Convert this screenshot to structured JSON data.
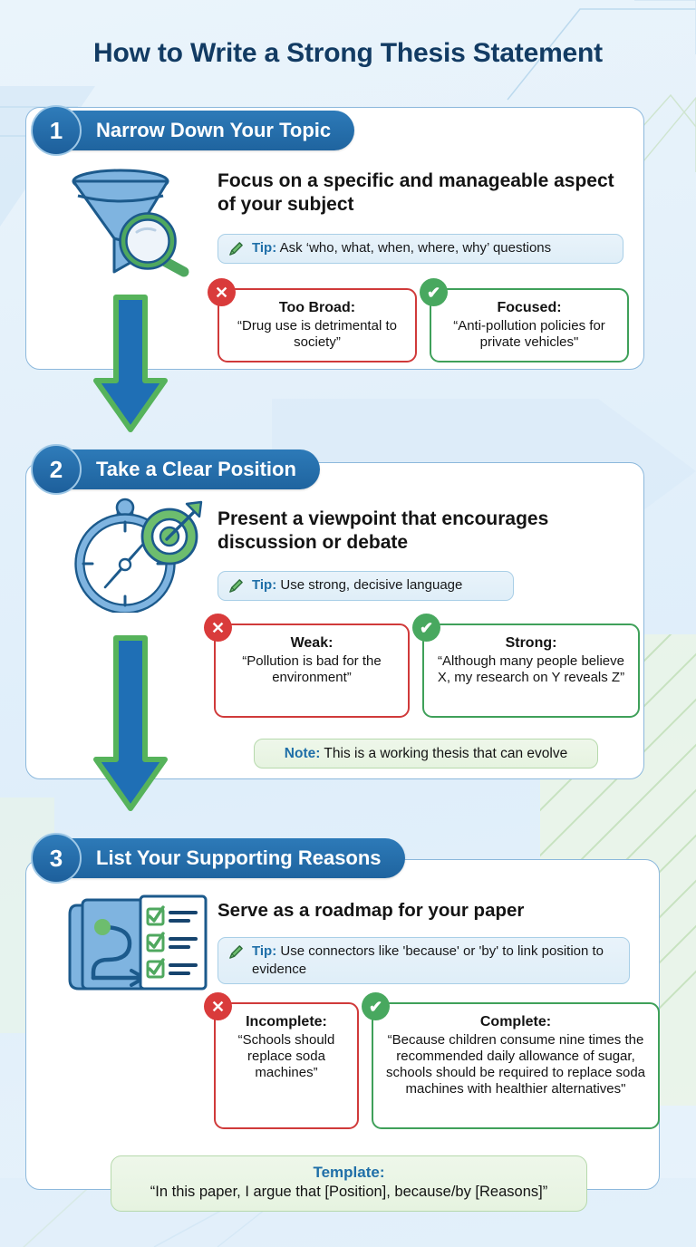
{
  "title": "How to Write a Strong Thesis Statement",
  "colors": {
    "accent_blue": "#1f649f",
    "badge_blue": "#2d7ab8",
    "title_navy": "#123b63",
    "bad_red": "#d03a3a",
    "good_green": "#3fa05a",
    "arrow_fill": "#1f6fb5",
    "arrow_stroke": "#56b35b",
    "tip_blue": "#1f6fa8",
    "page_bg": "#e4f0fa"
  },
  "steps": [
    {
      "number": "1",
      "label": "Narrow Down Your Topic",
      "icon": "funnel-magnifier-icon",
      "headline": "Focus on a specific and manageable aspect of your subject",
      "tip_label": "Tip:",
      "tip_text": "Ask ‘who, what, when, where, why’ questions",
      "bad": {
        "title": "Too Broad:",
        "text": "“Drug use is detrimental to society”",
        "icon": "cross-icon"
      },
      "good": {
        "title": "Focused:",
        "text": "“Anti-pollution policies for private vehicles\"",
        "icon": "check-icon"
      }
    },
    {
      "number": "2",
      "label": "Take a Clear Position",
      "icon": "compass-target-icon",
      "headline": "Present a viewpoint that encourages discussion or debate",
      "tip_label": "Tip:",
      "tip_text": "Use strong, decisive language",
      "bad": {
        "title": "Weak:",
        "text": "“Pollution is bad for the environment”",
        "icon": "cross-icon"
      },
      "good": {
        "title": "Strong:",
        "text": "“Although many people believe X, my research on Y reveals Z”",
        "icon": "check-icon"
      },
      "note_label": "Note:",
      "note_text": "This is a working thesis that can evolve"
    },
    {
      "number": "3",
      "label": "List Your Supporting Reasons",
      "icon": "roadmap-checklist-icon",
      "headline": "Serve as a roadmap for your paper",
      "tip_label": "Tip:",
      "tip_text": "Use connectors like 'because' or 'by' to link position to evidence",
      "bad": {
        "title": "Incomplete:",
        "text": "“Schools should replace soda machines”",
        "icon": "cross-icon"
      },
      "good": {
        "title": "Complete:",
        "text": "“Because children consume nine times the recommended daily allowance of sugar, schools should be required to replace soda machines with healthier alternatives\"",
        "icon": "check-icon"
      }
    }
  ],
  "template": {
    "heading": "Template:",
    "text": "“In this paper, I argue that [Position], because/by [Reasons]”"
  },
  "glyphs": {
    "cross": "✕",
    "check": "✔"
  }
}
